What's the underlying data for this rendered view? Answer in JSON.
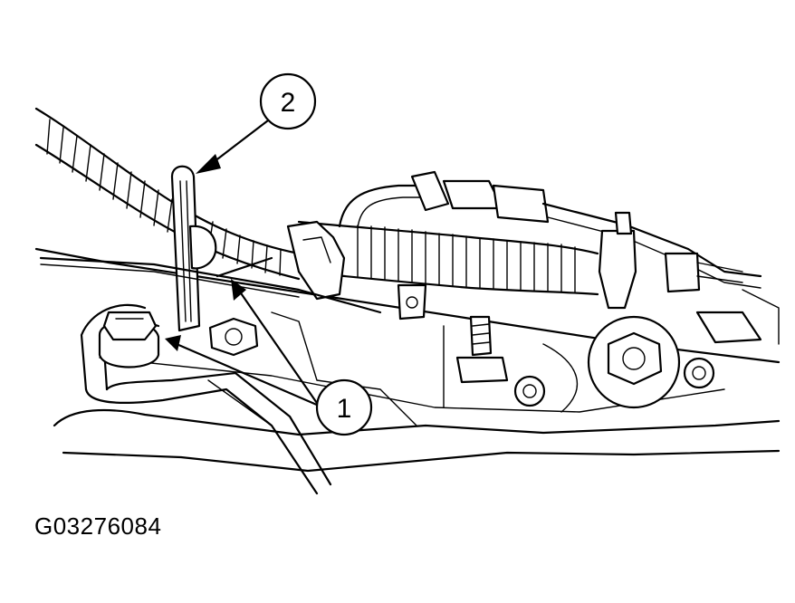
{
  "callouts": [
    {
      "label": "1"
    },
    {
      "label": "2"
    }
  ],
  "figure_id": "G03276084",
  "colors": {
    "line": "#000000",
    "background": "#ffffff"
  }
}
